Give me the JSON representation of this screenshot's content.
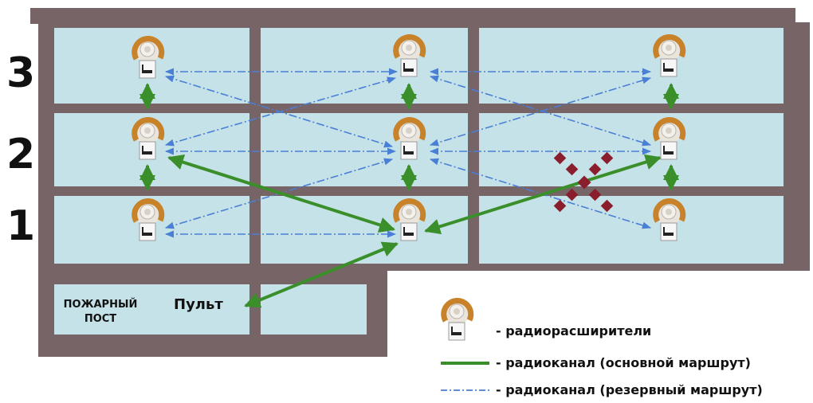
{
  "floors": [
    "1",
    "2",
    "3"
  ],
  "rooms": {
    "fire_post_line1": "ПОЖАРНЫЙ",
    "fire_post_line2": "ПОСТ",
    "console": "Пульт"
  },
  "legend": {
    "expanders": "- радиорасширители",
    "primary": "- радиоканал (основной маршрут)",
    "backup": "- радиоканал (резервный маршрут)"
  },
  "colors": {
    "wall": "#776466",
    "room": "#c5e2e8",
    "primary_link": "#3a8f2a",
    "backup_link": "#4a7fd6",
    "broken_marker": "#8a1e2c",
    "expander_ring": "#c7822a"
  },
  "icons": [
    "radio-expander-icon",
    "broken-link-icon"
  ]
}
